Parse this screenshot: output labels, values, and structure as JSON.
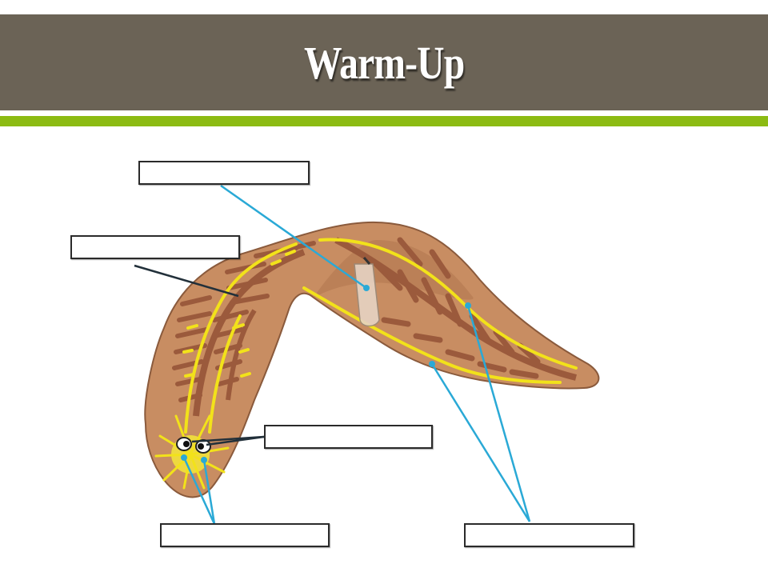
{
  "slide": {
    "title": "Warm-Up",
    "title_bar_color": "#6b6356",
    "accent_color": "#8cbb13"
  },
  "diagram": {
    "label_boxes": [
      {
        "id": "pharynx",
        "text": ""
      },
      {
        "id": "intestine",
        "text": ""
      },
      {
        "id": "eyespot",
        "text": ""
      },
      {
        "id": "ganglia",
        "text": ""
      },
      {
        "id": "nerve-cords",
        "text": ""
      }
    ],
    "leader_line_color": "#2aa9d6",
    "body_color": "#c88d62",
    "branch_color": "#9b5a3c",
    "nerve_color": "#f2e21a"
  }
}
